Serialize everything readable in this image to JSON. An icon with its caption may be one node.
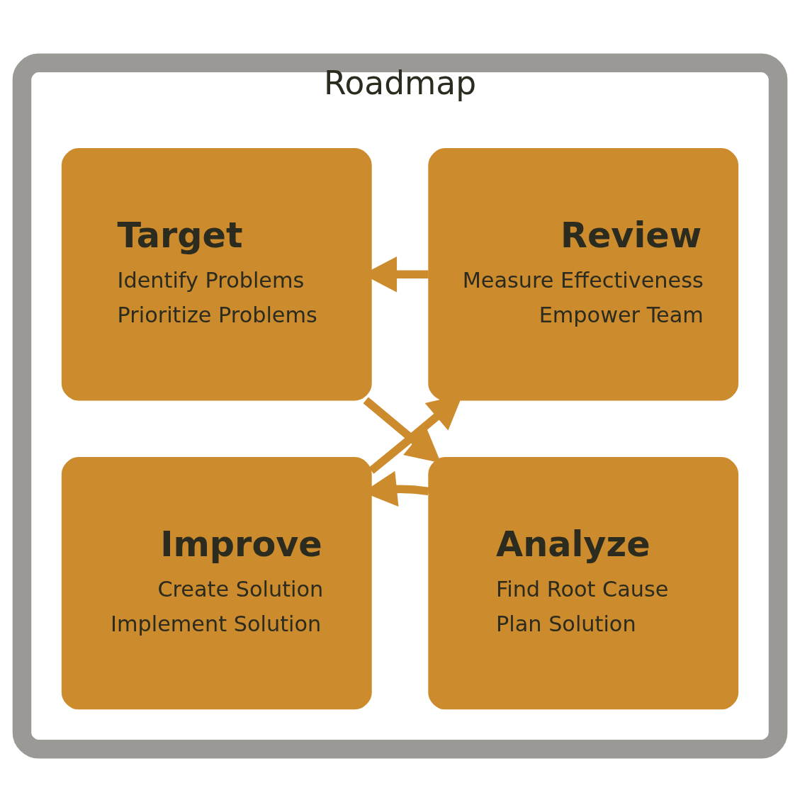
{
  "diagram": {
    "nodes": [
      {
        "text": [
          "Roadmap"
        ]
      },
      {
        "text": [
          "Review",
          "Measure Effectiveness",
          "Empower Team"
        ],
        "in": 0
      },
      {
        "text": [
          "Target",
          "Identify Problems",
          "Prioritize Problems"
        ],
        "in": 0
      },
      {
        "text": [
          "Analyze",
          "Find Root Cause",
          "Plan Solution"
        ],
        "in": 0
      },
      {
        "text": [
          "Improve",
          "Create Solution",
          "Implement Solution"
        ],
        "in": 0
      }
    ],
    "edges": [
      {
        "from": 1,
        "to": 2,
        "arrow": "to"
      },
      {
        "from": 2,
        "to": 3,
        "arrow": "to"
      },
      {
        "from": 3,
        "to": 4,
        "arrow": "to"
      },
      {
        "from": 4,
        "to": 1,
        "arrow": "to"
      }
    ]
  }
}
